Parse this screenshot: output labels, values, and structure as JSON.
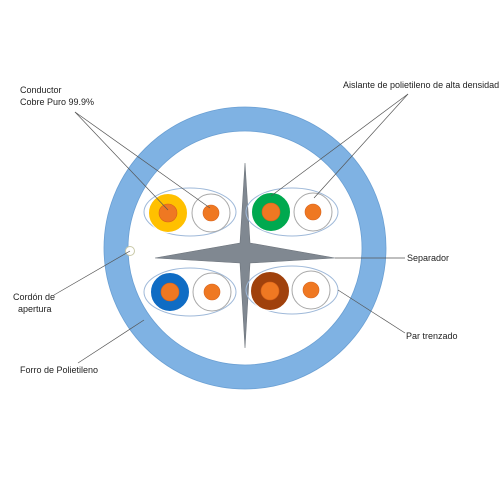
{
  "labels": {
    "conductor_line1": "Conductor",
    "conductor_line2": "Cobre Puro 99.9%",
    "aislante": "Aislante de polietileno de alta densidad",
    "separador": "Separador",
    "cordon_line1": "Cordón de",
    "cordon_line2": "apertura",
    "par_trenzado": "Par trenzado",
    "forro": "Forro de Polietileno"
  },
  "colors": {
    "jacket": "#7fb2e3",
    "jacket_edge": "#6a9fd3",
    "conductor": "#ef7822",
    "separator": "#808891",
    "pair_outline": "#9fb9d9",
    "pair_orange": "#ffc000",
    "pair_green": "#00a94f",
    "pair_blue": "#0f6cc4",
    "pair_brown": "#a0410c"
  }
}
